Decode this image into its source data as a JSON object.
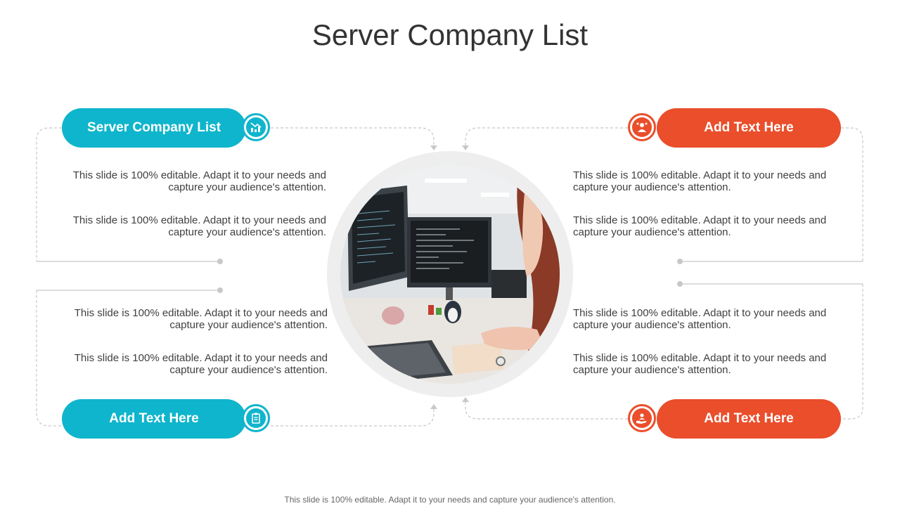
{
  "title": "Server Company List",
  "footer": "This slide is 100% editable. Adapt it to your needs and capture your audience's attention.",
  "colors": {
    "teal": "#0fb5cc",
    "red": "#ea4e2b",
    "line": "#c8c8c8",
    "ring": "#eeeeee"
  },
  "quadrants": [
    {
      "label": "Server Company List",
      "icon": "chart-down-icon",
      "texts": [
        "This slide is 100% editable. Adapt it to your needs and capture your audience's attention.",
        "This slide is 100% editable. Adapt it to your needs and capture your audience's attention."
      ]
    },
    {
      "label": "Add Text Here",
      "icon": "people-gear-icon",
      "texts": [
        "This slide is 100% editable. Adapt it to your needs and capture your audience's attention.",
        "This slide is 100% editable. Adapt it to your needs and capture your audience's attention."
      ]
    },
    {
      "label": "Add Text Here",
      "icon": "clipboard-icon",
      "texts": [
        "This slide is 100% editable. Adapt it to your needs and capture your audience's attention.",
        "This slide is 100% editable. Adapt it to your needs and capture your audience's attention."
      ]
    },
    {
      "label": "Add Text Here",
      "icon": "hand-person-icon",
      "texts": [
        "This slide is 100% editable. Adapt it to your needs and capture your audience's attention.",
        "This slide is 100% editable. Adapt it to your needs and capture your audience's attention."
      ]
    }
  ]
}
